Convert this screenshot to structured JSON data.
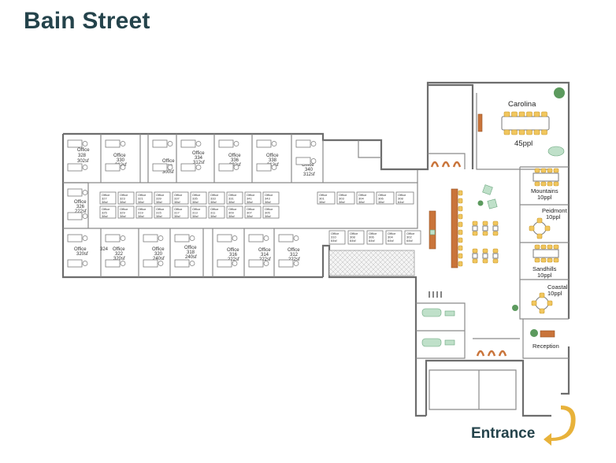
{
  "header": {
    "title": "Bain Street"
  },
  "footer": {
    "entrance_label": "Entrance"
  },
  "colors": {
    "title": "#24434b",
    "seat": "#f1c65e",
    "wood": "#c9743a",
    "arrow": "#e8b23a",
    "wall": "#6d6d6d"
  },
  "rooms": {
    "carolina": {
      "name": "Carolina",
      "capacity": "45ppl"
    },
    "mountains": {
      "name": "Mountains",
      "capacity": "10ppl"
    },
    "peidmont": {
      "name": "Peidmont",
      "capacity": "10ppl"
    },
    "sandhills": {
      "name": "Sandhills",
      "capacity": "10ppl"
    },
    "coastal": {
      "name": "Coastal",
      "capacity": "10ppl"
    },
    "reception": {
      "name": "Reception"
    }
  },
  "offices_top": [
    {
      "name": "Office",
      "num": "328",
      "area": "302sf"
    },
    {
      "name": "Office",
      "num": "330",
      "area": "312sf"
    },
    {
      "name": "Office",
      "num": "332",
      "area": "300sf"
    },
    {
      "name": "Office",
      "num": "334",
      "area": "312sf"
    },
    {
      "name": "Office",
      "num": "336",
      "area": "302sf"
    },
    {
      "name": "Office",
      "num": "338",
      "area": "312sf"
    },
    {
      "name": "Office",
      "num": "340",
      "area": "312sf"
    }
  ],
  "offices_left": [
    {
      "name": "Office",
      "num": "326",
      "area": "222sf"
    }
  ],
  "offices_bottom": [
    {
      "name": "Office",
      "num": "324",
      "area": "320sf"
    },
    {
      "name": "Office",
      "num": "322",
      "area": "320sf"
    },
    {
      "name": "Office",
      "num": "320",
      "area": "240sf"
    },
    {
      "name": "Office",
      "num": "318",
      "area": "240sf"
    },
    {
      "name": "Office",
      "num": "316",
      "area": "222sf"
    },
    {
      "name": "Office",
      "num": "314",
      "area": "222sf"
    },
    {
      "name": "Office",
      "num": "312",
      "area": "222sf"
    }
  ],
  "pods_row1": [
    {
      "name": "Office",
      "num": "327",
      "area": "38sf"
    },
    {
      "name": "Office",
      "num": "323",
      "area": "38sf"
    },
    {
      "name": "Office",
      "num": "321",
      "area": "38sf"
    },
    {
      "name": "Office",
      "num": "339",
      "area": "38sf"
    },
    {
      "name": "Office",
      "num": "337",
      "area": "38sf"
    },
    {
      "name": "Office",
      "num": "335",
      "area": "38sf"
    },
    {
      "name": "Office",
      "num": "333",
      "area": "38sf"
    },
    {
      "name": "Office",
      "num": "331",
      "area": "38sf"
    },
    {
      "name": "Office",
      "num": "341",
      "area": "38sf"
    },
    {
      "name": "Office",
      "num": "343",
      "area": "38sf"
    }
  ],
  "pods_row2": [
    {
      "name": "Office",
      "num": "325",
      "area": "38sf"
    },
    {
      "name": "Office",
      "num": "329",
      "area": "38sf"
    },
    {
      "name": "Office",
      "num": "319",
      "area": "38sf"
    },
    {
      "name": "Office",
      "num": "315",
      "area": "38sf"
    },
    {
      "name": "Office",
      "num": "317",
      "area": "38sf"
    },
    {
      "name": "Office",
      "num": "313",
      "area": "38sf"
    },
    {
      "name": "Office",
      "num": "311",
      "area": "38sf"
    },
    {
      "name": "Office",
      "num": "309",
      "area": "38sf"
    },
    {
      "name": "Office",
      "num": "307",
      "area": "38sf"
    },
    {
      "name": "Office",
      "num": "305",
      "area": "38sf"
    }
  ],
  "pods_right_top": [
    {
      "name": "Office",
      "num": "301",
      "area": "38sf"
    },
    {
      "name": "Office",
      "num": "303",
      "area": "38sf"
    },
    {
      "name": "Office",
      "num": "304",
      "area": "38sf"
    },
    {
      "name": "Office",
      "num": "306",
      "area": "38sf"
    },
    {
      "name": "Office",
      "num": "308",
      "area": "64sf"
    }
  ],
  "pods_right_bottom": [
    {
      "name": "Office",
      "num": "310",
      "area": "64sf"
    },
    {
      "name": "Office",
      "num": "308",
      "area": "64sf"
    },
    {
      "name": "Office",
      "num": "306",
      "area": "64sf"
    },
    {
      "name": "Office",
      "num": "304",
      "area": "64sf"
    },
    {
      "name": "Office",
      "num": "302",
      "area": "64sf"
    }
  ]
}
